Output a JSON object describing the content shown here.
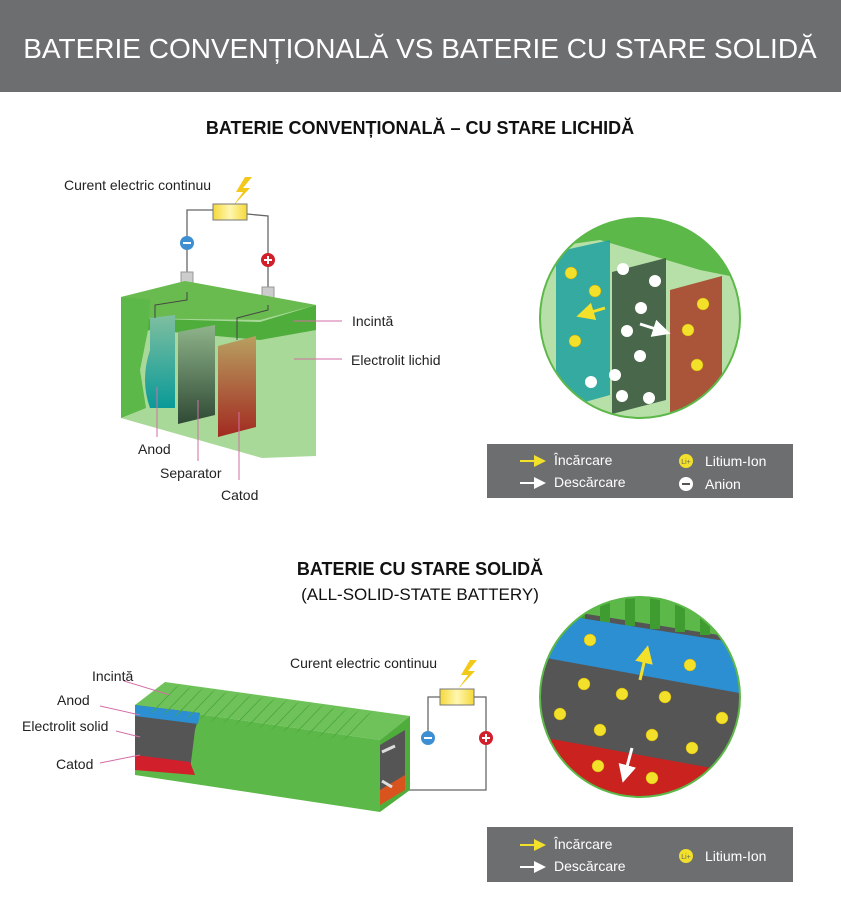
{
  "header": {
    "title": "BATERIE CONVENȚIONALĂ VS BATERIE CU STARE SOLIDĂ"
  },
  "section1": {
    "title": "BATERIE CONVENȚIONALĂ – CU STARE LICHIDĂ",
    "current_label": "Curent electric continuu",
    "labels": {
      "enclosure": "Incintă",
      "electrolyte": "Electrolit lichid",
      "anode": "Anod",
      "separator": "Separator",
      "cathode": "Catod"
    },
    "legend": {
      "charge": "Încărcare",
      "discharge": "Descărcare",
      "lithium_ion": "Litium-Ion",
      "anion": "Anion"
    }
  },
  "section2": {
    "title": "BATERIE CU STARE SOLIDĂ",
    "subtitle": "(ALL-SOLID-STATE BATTERY)",
    "current_label": "Curent electric continuu",
    "labels": {
      "enclosure": "Incintă",
      "anode": "Anod",
      "electrolyte": "Electrolit solid",
      "cathode": "Catod"
    },
    "legend": {
      "charge": "Încărcare",
      "discharge": "Descărcare",
      "lithium_ion": "Litium-Ion"
    }
  },
  "ion_symbol": "Li+",
  "colors": {
    "header_bg": "#6d6e70",
    "green": "#5cb848",
    "legend_bg": "#6d6e70",
    "charge_arrow": "#f2e02a",
    "minus": "#3d8fd1",
    "plus": "#d11f2b"
  }
}
